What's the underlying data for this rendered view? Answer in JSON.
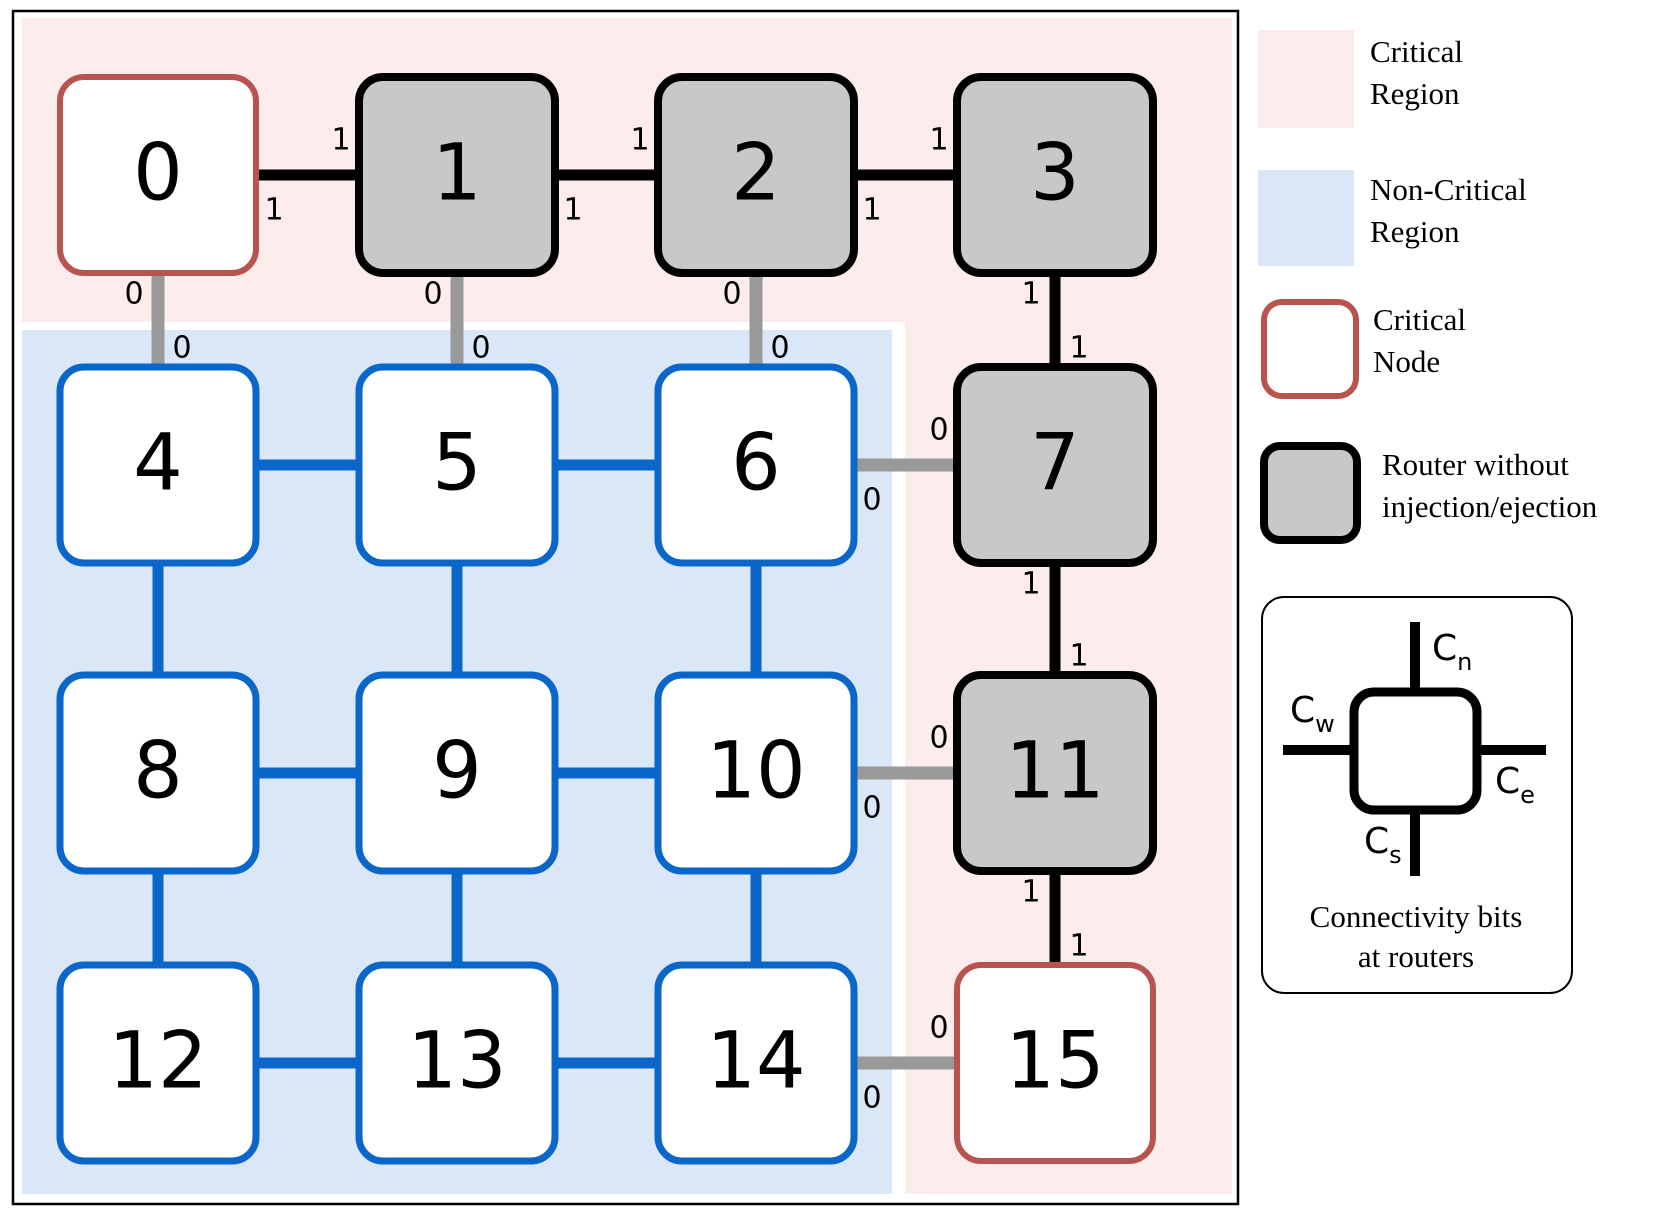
{
  "colors": {
    "critical_region": "#fdecec",
    "non_critical_region": "#d9e7f8",
    "critical_node_border": "#b85450",
    "non_critical_border": "#0a66c9",
    "router_fill": "#c8c8c8",
    "router_border": "#000000",
    "zero_link": "#999999"
  },
  "nodes": [
    {
      "id": "0",
      "type": "critical"
    },
    {
      "id": "1",
      "type": "router"
    },
    {
      "id": "2",
      "type": "router"
    },
    {
      "id": "3",
      "type": "router"
    },
    {
      "id": "4",
      "type": "noncritical"
    },
    {
      "id": "5",
      "type": "noncritical"
    },
    {
      "id": "6",
      "type": "noncritical"
    },
    {
      "id": "7",
      "type": "router"
    },
    {
      "id": "8",
      "type": "noncritical"
    },
    {
      "id": "9",
      "type": "noncritical"
    },
    {
      "id": "10",
      "type": "noncritical"
    },
    {
      "id": "11",
      "type": "router"
    },
    {
      "id": "12",
      "type": "noncritical"
    },
    {
      "id": "13",
      "type": "noncritical"
    },
    {
      "id": "14",
      "type": "noncritical"
    },
    {
      "id": "15",
      "type": "critical"
    }
  ],
  "links": [
    {
      "from": "0",
      "to": "1",
      "kind": "critical",
      "bits": [
        "1",
        "1"
      ]
    },
    {
      "from": "1",
      "to": "2",
      "kind": "critical",
      "bits": [
        "1",
        "1"
      ]
    },
    {
      "from": "2",
      "to": "3",
      "kind": "critical",
      "bits": [
        "1",
        "1"
      ]
    },
    {
      "from": "3",
      "to": "7",
      "kind": "critical",
      "bits": [
        "1",
        "1"
      ]
    },
    {
      "from": "7",
      "to": "11",
      "kind": "critical",
      "bits": [
        "1",
        "1"
      ]
    },
    {
      "from": "11",
      "to": "15",
      "kind": "critical",
      "bits": [
        "1",
        "1"
      ]
    },
    {
      "from": "0",
      "to": "4",
      "kind": "zero",
      "bits": [
        "0",
        "0"
      ]
    },
    {
      "from": "1",
      "to": "5",
      "kind": "zero",
      "bits": [
        "0",
        "0"
      ]
    },
    {
      "from": "2",
      "to": "6",
      "kind": "zero",
      "bits": [
        "0",
        "0"
      ]
    },
    {
      "from": "6",
      "to": "7",
      "kind": "zero",
      "bits": [
        "0",
        "0"
      ]
    },
    {
      "from": "10",
      "to": "11",
      "kind": "zero",
      "bits": [
        "0",
        "0"
      ]
    },
    {
      "from": "14",
      "to": "15",
      "kind": "zero",
      "bits": [
        "0",
        "0"
      ]
    },
    {
      "from": "4",
      "to": "5",
      "kind": "noncritical"
    },
    {
      "from": "5",
      "to": "6",
      "kind": "noncritical"
    },
    {
      "from": "8",
      "to": "9",
      "kind": "noncritical"
    },
    {
      "from": "9",
      "to": "10",
      "kind": "noncritical"
    },
    {
      "from": "12",
      "to": "13",
      "kind": "noncritical"
    },
    {
      "from": "13",
      "to": "14",
      "kind": "noncritical"
    },
    {
      "from": "4",
      "to": "8",
      "kind": "noncritical"
    },
    {
      "from": "8",
      "to": "12",
      "kind": "noncritical"
    },
    {
      "from": "5",
      "to": "9",
      "kind": "noncritical"
    },
    {
      "from": "9",
      "to": "13",
      "kind": "noncritical"
    },
    {
      "from": "6",
      "to": "10",
      "kind": "noncritical"
    },
    {
      "from": "10",
      "to": "14",
      "kind": "noncritical"
    }
  ],
  "legend": {
    "critical_region": [
      "Critical",
      "Region"
    ],
    "non_critical_region": [
      "Non-Critical",
      "Region"
    ],
    "critical_node": [
      "Critical",
      "Node"
    ],
    "router": [
      "Router without",
      "injection/ejection"
    ],
    "connectivity": {
      "labels": {
        "n": "C",
        "n_sub": "n",
        "e": "C",
        "e_sub": "e",
        "s": "C",
        "s_sub": "s",
        "w": "C",
        "w_sub": "w"
      },
      "caption": [
        "Connectivity bits",
        "at routers"
      ]
    }
  }
}
